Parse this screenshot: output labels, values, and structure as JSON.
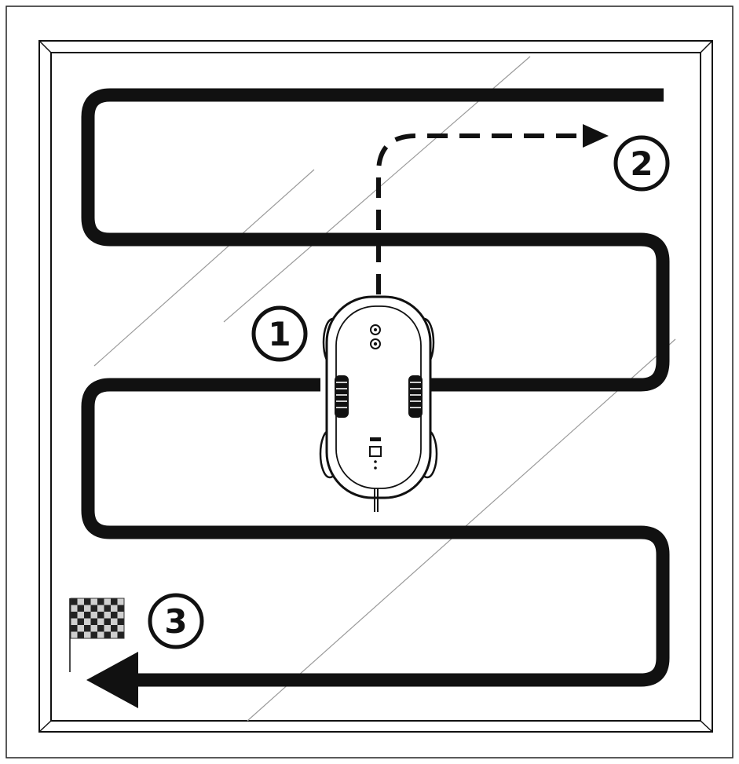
{
  "diagram": {
    "steps": [
      {
        "number": "1"
      },
      {
        "number": "2"
      },
      {
        "number": "3"
      }
    ],
    "colors": {
      "ink": "#111111",
      "line": "#1a1a1a",
      "glass_reflection": "#9a9a9a",
      "background": "#ffffff"
    },
    "icons": {
      "robot": "window-cleaning-robot-icon",
      "finish": "checkered-flag-icon",
      "arrow": "arrow-head-icon"
    }
  }
}
